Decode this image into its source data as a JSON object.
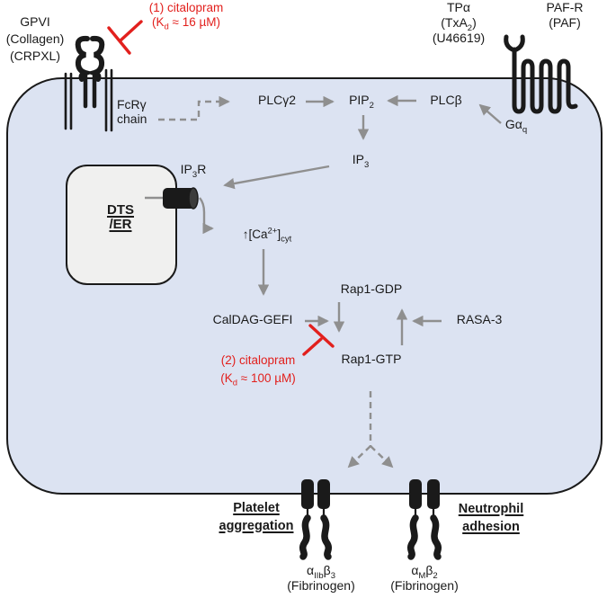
{
  "colors": {
    "cell_fill": "#dce3f2",
    "er_fill": "#f0f0ef",
    "membrane": "#1a1a1a",
    "arrow": "#8f8f8f",
    "inhibitor": "#e2201d",
    "text": "#1a1a1a"
  },
  "receptors": {
    "gpvi": {
      "lines": [
        "GPVI",
        "(Collagen)",
        "(CRPXL)"
      ]
    },
    "fcr_chain": {
      "lines": [
        "FcRγ",
        "chain"
      ]
    },
    "tp_alpha": {
      "line1": "TPα",
      "line2_pre": "(TxA",
      "line2_sub": "2",
      "line2_post": ")",
      "line3": "(U46619)"
    },
    "paf_r": {
      "line1": "PAF-R",
      "line2": "(PAF)"
    },
    "g_alpha_q": {
      "base": "Gα",
      "sub": "q"
    }
  },
  "inhibitors": {
    "site1": {
      "line1": "(1) citalopram",
      "kd_pre": "(K",
      "kd_sub": "d",
      "kd_post": " ≈ 16 µM)"
    },
    "site2": {
      "line1": "(2) citalopram",
      "kd_pre": "(K",
      "kd_sub": "d",
      "kd_post": " ≈ 100 µM)"
    }
  },
  "signaling": {
    "plcg2": "PLCγ2",
    "pip2": {
      "base": "PIP",
      "sub": "2"
    },
    "plcb": "PLCβ",
    "ip3": {
      "base": "IP",
      "sub": "3"
    },
    "ip3r": {
      "pre": "IP",
      "sub": "3",
      "post": "R"
    },
    "er": {
      "line1": "DTS",
      "line2": "/ER"
    },
    "calcium": {
      "pre": "↑[Ca",
      "sup": "2+",
      "mid": "]",
      "sub": "cyt"
    },
    "caldag": "CalDAG-GEFI",
    "rap1_gdp": "Rap1-GDP",
    "rap1_gtp": "Rap1-GTP",
    "rasa3": "RASA-3"
  },
  "outcomes": {
    "platelet": {
      "line1": "Platelet",
      "line2": "aggregation"
    },
    "neutrophil": {
      "line1": "Neutrophil",
      "line2": "adhesion"
    },
    "integrin_aIIbb3": {
      "p1": "α",
      "s1": "IIb",
      "p2": "β",
      "s2": "3",
      "caption": "(Fibrinogen)"
    },
    "integrin_aMb2": {
      "p1": "α",
      "s1": "M",
      "p2": "β",
      "s2": "2",
      "caption": "(Fibrinogen)"
    }
  }
}
